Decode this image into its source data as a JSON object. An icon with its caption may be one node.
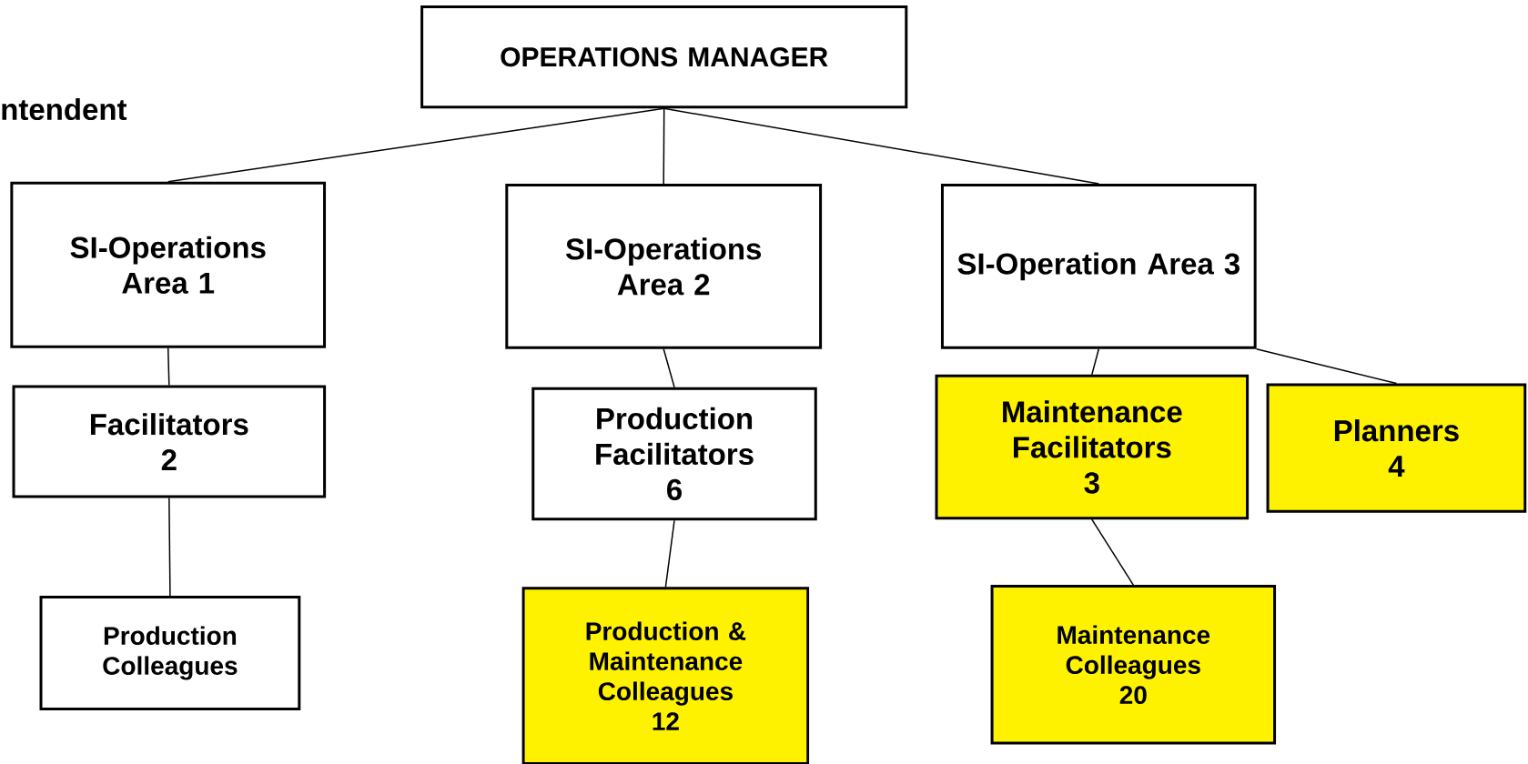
{
  "diagram": {
    "nodes": [
      {
        "text": [
          "OPERATIONS MANAGER"
        ]
      },
      {
        "text": [
          "SI-Operations Area 1"
        ]
      },
      {
        "text": [
          "SI-Operations Area 2"
        ]
      },
      {
        "text": [
          "SI-Operation Area 3"
        ]
      },
      {
        "text": [
          "Facilitators",
          "2"
        ]
      },
      {
        "text": [
          "Production Facilitators",
          "6"
        ]
      },
      {
        "text": [
          "Maintenance Facilitators",
          "3"
        ]
      },
      {
        "text": [
          "Planners",
          "4"
        ]
      },
      {
        "text": [
          "Production Colleagues"
        ]
      },
      {
        "text": [
          "Production & Maintenance Colleagues",
          "12"
        ]
      },
      {
        "text": [
          "Maintenance Colleagues",
          "20"
        ]
      }
    ],
    "edges": [
      {
        "from": 0,
        "to": 1,
        "arrow": "none"
      },
      {
        "from": 0,
        "to": 2,
        "arrow": "none"
      },
      {
        "from": 0,
        "to": 3,
        "arrow": "none"
      },
      {
        "from": 1,
        "to": 4,
        "arrow": "none"
      },
      {
        "from": 2,
        "to": 5,
        "arrow": "none"
      },
      {
        "from": 3,
        "to": 6,
        "arrow": "none"
      },
      {
        "from": 3,
        "to": 7,
        "arrow": "none"
      },
      {
        "from": 4,
        "to": 8,
        "arrow": "none"
      },
      {
        "from": 5,
        "to": 9,
        "arrow": "none"
      },
      {
        "from": 6,
        "to": 10,
        "arrow": "none"
      }
    ],
    "labels": [
      "ntendent"
    ]
  }
}
